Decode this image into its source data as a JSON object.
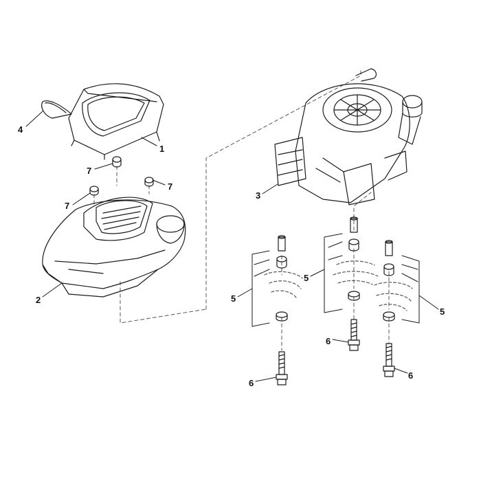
{
  "diagram": {
    "type": "exploded-parts-diagram",
    "callouts": [
      {
        "id": "c4",
        "text": "4"
      },
      {
        "id": "c1",
        "text": "1"
      },
      {
        "id": "c7a",
        "text": "7"
      },
      {
        "id": "c7b",
        "text": "7"
      },
      {
        "id": "c7c",
        "text": "7"
      },
      {
        "id": "c2",
        "text": "2"
      },
      {
        "id": "c3",
        "text": "3"
      },
      {
        "id": "c5a",
        "text": "5"
      },
      {
        "id": "c5b",
        "text": "5"
      },
      {
        "id": "c5c",
        "text": "5"
      },
      {
        "id": "c6a",
        "text": "6"
      },
      {
        "id": "c6b",
        "text": "6"
      },
      {
        "id": "c6c",
        "text": "6"
      }
    ]
  },
  "colors": {
    "line": "#1a1a1a",
    "dashed": "#555555",
    "background": "#ffffff"
  }
}
